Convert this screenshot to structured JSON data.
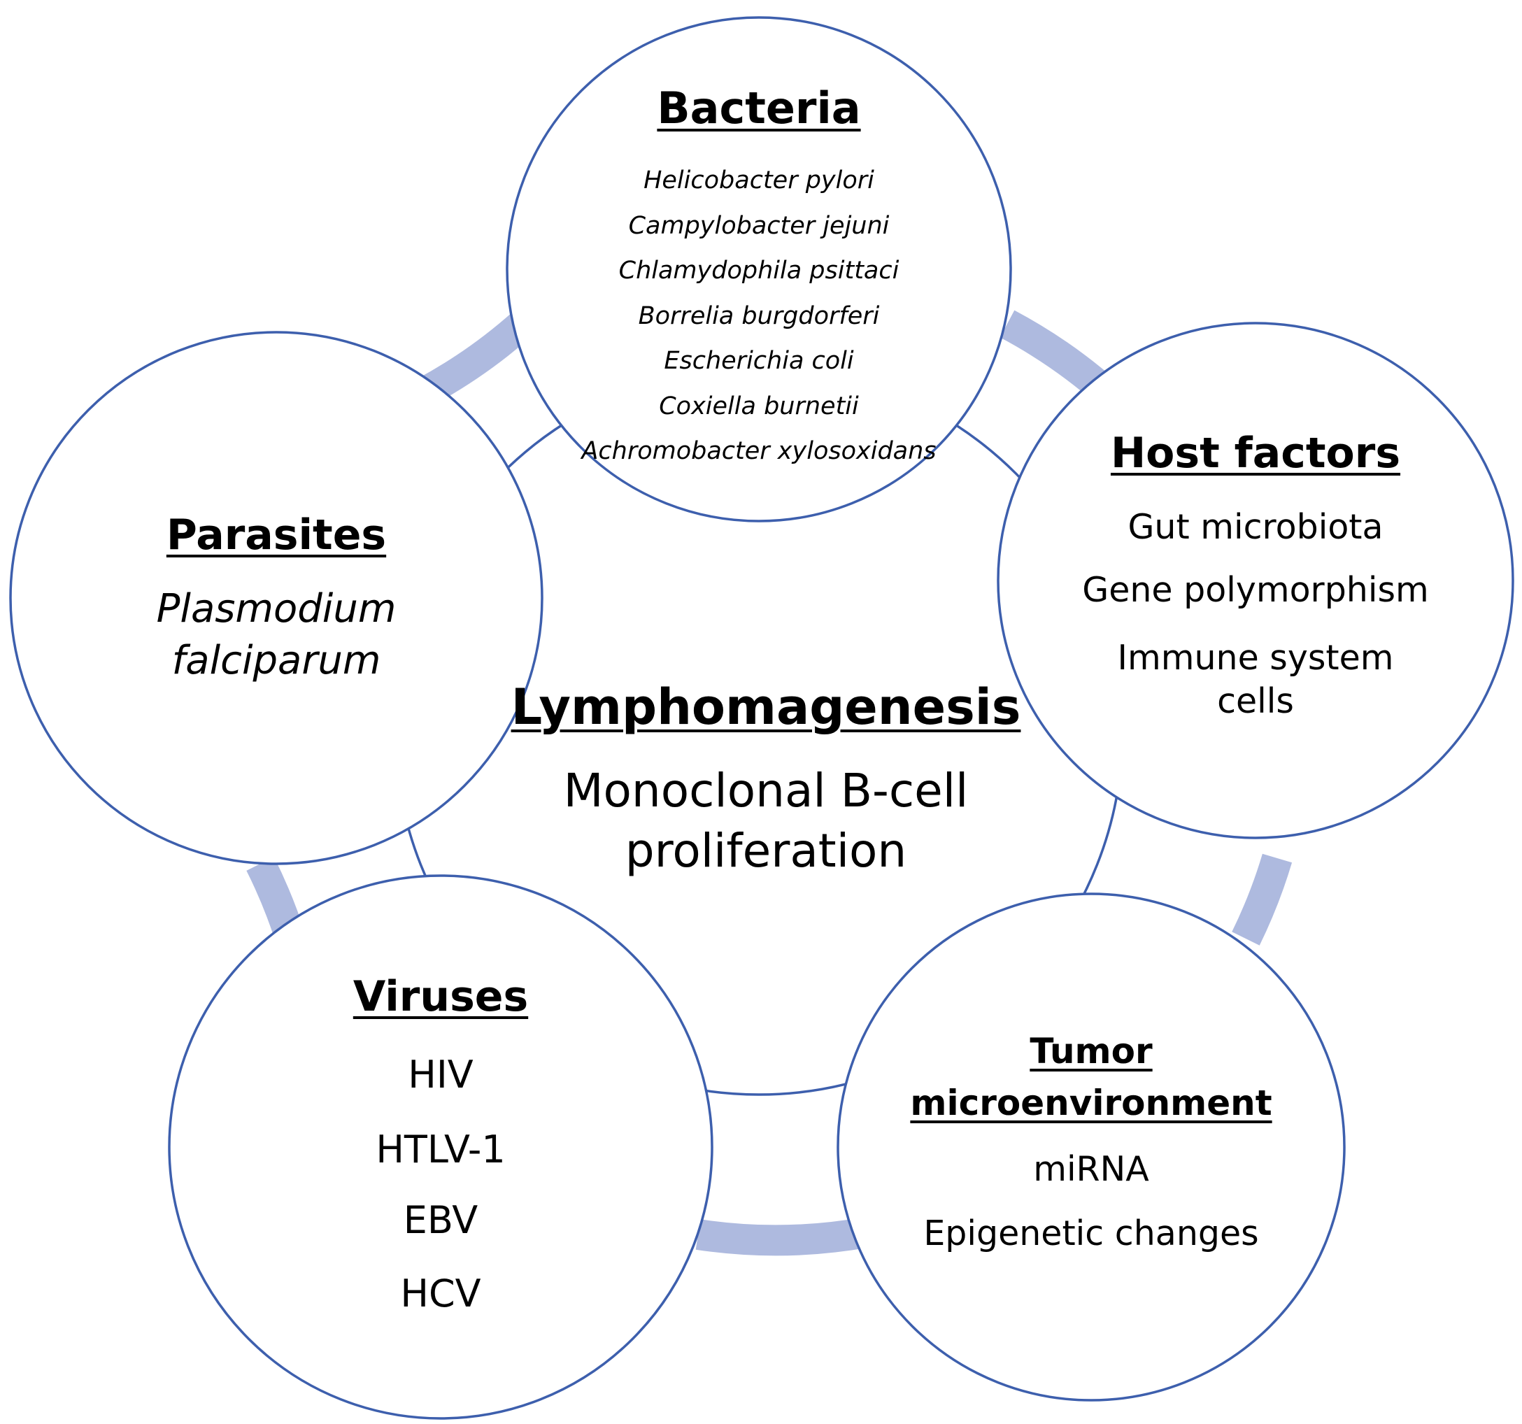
{
  "colors": {
    "circle_stroke": "#3d5fad",
    "band": "#aebadf",
    "text": "#000000"
  },
  "center": {
    "title": "Lymphomagenesis",
    "subtitle": [
      "Monoclonal B-cell",
      "proliferation"
    ]
  },
  "nodes": {
    "bacteria": {
      "title": "Bacteria",
      "items": [
        "Helicobacter pylori",
        "Campylobacter jejuni",
        "Chlamydophila psittaci",
        "Borrelia burgdorferi",
        "Escherichia coli",
        "Coxiella burnetii",
        "Achromobacter xylosoxidans"
      ]
    },
    "host_factors": {
      "title": "Host factors",
      "items": [
        "Gut microbiota",
        "Gene polymorphism",
        "Immune system",
        "cells"
      ]
    },
    "tumor": {
      "title": [
        "Tumor",
        "microenvironment"
      ],
      "items": [
        "miRNA",
        "Epigenetic changes"
      ]
    },
    "viruses": {
      "title": "Viruses",
      "items": [
        "HIV",
        "HTLV-1",
        "EBV",
        "HCV"
      ]
    },
    "parasites": {
      "title": "Parasites",
      "items": [
        "Plasmodium",
        "falciparum"
      ]
    }
  }
}
